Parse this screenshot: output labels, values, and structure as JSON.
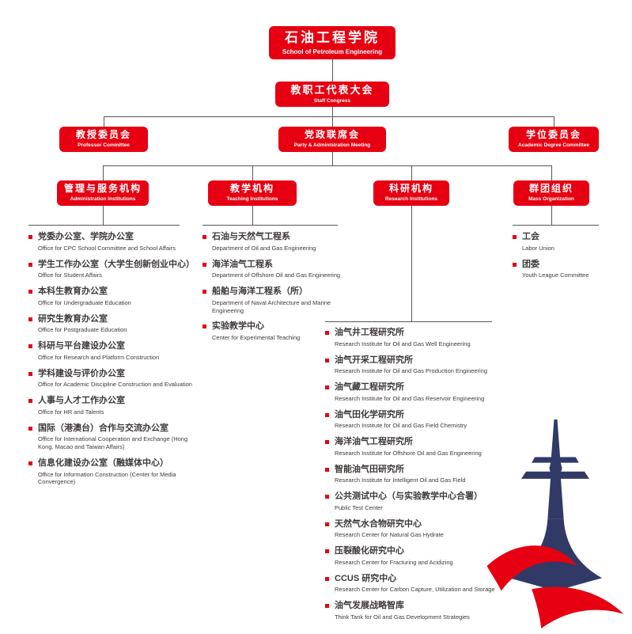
{
  "colors": {
    "accent_red": "#e60012",
    "line_gray": "#595757",
    "text_dark": "#3e3a39",
    "logo_navy": "#313a66"
  },
  "root": {
    "zh": "石油工程学院",
    "en": "School of Petroleum Engineering"
  },
  "staff_congress": {
    "zh": "教职工代表大会",
    "en": "Staff Congress"
  },
  "level3": [
    {
      "zh": "教授委员会",
      "en": "Professor Committee"
    },
    {
      "zh": "党政联席会",
      "en": "Party & Administration Meeting"
    },
    {
      "zh": "学位委员会",
      "en": "Academic Degree Committee"
    }
  ],
  "columns": [
    {
      "zh": "管理与服务机构",
      "en": "Administration Institutions",
      "items": [
        {
          "zh": "党委办公室、学院办公室",
          "en": "Office for CPC School Committee and School Affairs"
        },
        {
          "zh": "学生工作办公室（大学生创新创业中心）",
          "en": "Office for Student Affairs"
        },
        {
          "zh": "本科生教育办公室",
          "en": "Office for Undergraduate Education"
        },
        {
          "zh": "研究生教育办公室",
          "en": "Office for Postgraduate Education"
        },
        {
          "zh": "科研与平台建设办公室",
          "en": "Office for Research and Platform Construction"
        },
        {
          "zh": "学科建设与评价办公室",
          "en": "Office for Academic Discipline Construction and Evaluation"
        },
        {
          "zh": "人事与人才工作办公室",
          "en": "Office for HR and Talents"
        },
        {
          "zh": "国际（港澳台）合作与交流办公室",
          "en": "Office for International Cooperation and Exchange (Hong Kong, Macao and Taiwan Affairs)"
        },
        {
          "zh": "信息化建设办公室（融媒体中心）",
          "en": "Office for Information Construction (Center for Media Convergence)"
        }
      ]
    },
    {
      "zh": "教学机构",
      "en": "Teaching Institutions",
      "items": [
        {
          "zh": "石油与天然气工程系",
          "en": "Department of Oil and Gas Engineering"
        },
        {
          "zh": "海洋油气工程系",
          "en": "Department of Offshore Oil and Gas Engineering"
        },
        {
          "zh": "船舶与海洋工程系（所）",
          "en": "Department of Naval Architecture and Marine Engineering"
        },
        {
          "zh": "实验教学中心",
          "en": "Center for Experimental Teaching"
        }
      ]
    },
    {
      "zh": "科研机构",
      "en": "Research Institutions",
      "items": [
        {
          "zh": "油气井工程研究所",
          "en": "Research Institute for Oil and Gas Well Engineering"
        },
        {
          "zh": "油气开采工程研究所",
          "en": "Research Institute for Oil and Gas Production Engineering"
        },
        {
          "zh": "油气藏工程研究所",
          "en": "Research Institute for Oil and Gas Reservoir Engineering"
        },
        {
          "zh": "油气田化学研究所",
          "en": "Research Institute for Oil and Gas Field Chemistry"
        },
        {
          "zh": "海洋油气工程研究所",
          "en": "Research Institute for Offshore Oil and Gas Engineering"
        },
        {
          "zh": "智能油气田研究所",
          "en": "Research Institute for Intelligent Oil and Gas Field"
        },
        {
          "zh": "公共测试中心（与实验教学中心合署）",
          "en": "Public Test Center"
        },
        {
          "zh": "天然气水合物研究中心",
          "en": "Research Center for Natural Gas Hydrate"
        },
        {
          "zh": "压裂酸化研究中心",
          "en": "Research Center for Fracturing and Acidizing"
        },
        {
          "zh": "CCUS 研究中心",
          "en": "Research Center for Carbon Capture, Utilization and Storage"
        },
        {
          "zh": "油气发展战略智库",
          "en": "Think Tank for Oil and Gas Development Strategies"
        }
      ]
    },
    {
      "zh": "群团组织",
      "en": "Mass Organization",
      "items": [
        {
          "zh": "工会",
          "en": "Labor Union"
        },
        {
          "zh": "团委",
          "en": "Youth League Committee"
        }
      ]
    }
  ]
}
